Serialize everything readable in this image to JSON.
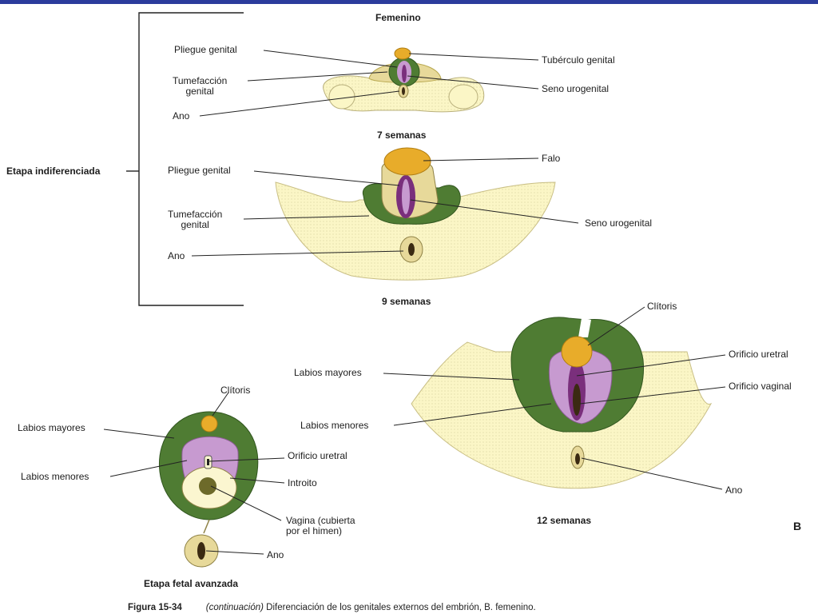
{
  "colors": {
    "top_bar": "#2b3c9c",
    "skin": "#fbf6c6",
    "skin_dot": "#d9d2a0",
    "fold_green": "#4f7c33",
    "fold_green_dark": "#31561f",
    "tissue_purple": "#c79ad0",
    "slit_purple": "#7a2f7c",
    "glans_gold": "#e8ac2a",
    "line": "#222222"
  },
  "top_section": {
    "title": "Femenino",
    "bracket_label": "Etapa indiferenciada",
    "week7": {
      "caption": "7 semanas",
      "left_labels": {
        "pliegue": "Pliegue genital",
        "tumefaccion": "Tumefacción\ngenital",
        "ano": "Ano"
      },
      "right_labels": {
        "tuberculo": "Tubérculo genital",
        "seno": "Seno urogenital"
      }
    },
    "week9": {
      "caption": "9 semanas",
      "left_labels": {
        "pliegue": "Pliegue genital",
        "tumefaccion": "Tumefacción\ngenital",
        "ano": "Ano"
      },
      "right_labels": {
        "falo": "Falo",
        "seno": "Seno urogenital"
      }
    }
  },
  "advanced": {
    "caption": "Etapa fetal avanzada",
    "labels": {
      "clitoris": "Clítoris",
      "labios_mayores": "Labios mayores",
      "labios_menores": "Labios menores",
      "orificio_uretral": "Orificio uretral",
      "introito": "Introito",
      "vagina": "Vagina (cubierta\npor el himen)",
      "ano": "Ano"
    }
  },
  "week12": {
    "caption": "12 semanas",
    "labels": {
      "clitoris": "Clítoris",
      "labios_mayores": "Labios mayores",
      "orificio_uretral": "Orificio uretral",
      "orificio_vaginal": "Orificio vaginal",
      "labios_menores": "Labios menores",
      "ano": "Ano"
    }
  },
  "panel_letter": "B",
  "figure_caption": {
    "number": "Figura 15-34",
    "italic": "(continuación)",
    "text": " Diferenciación de los genitales externos del embrión, B. femenino."
  }
}
